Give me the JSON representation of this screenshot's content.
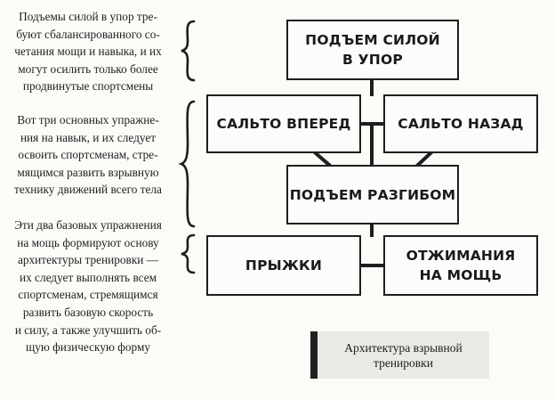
{
  "notes": [
    "Подъемы силой в упор тре-\nбуют сбалансированного со-\nчетания мощи и навыка, и их\nмогут осилить только более\nпродвинутые спортсмены",
    "Вот три основных упражне-\nния на навык, и их следует\nосвоить спортсменам, стре-\nмящимся развить взрывную\nтехнику движений всего тела",
    "Эти два базовых упражнения\nна мощь формируют основу\nархитектуры тренировки —\nих следует выполнять всем\nспортсменам, стремящимся\nразвить базовую скорость\nи силу, а также улучшить об-\nщую физическую форму"
  ],
  "boxes": {
    "muscle_up": "ПОДЪЕМ СИЛОЙ\nВ УПОР",
    "front_flip": "САЛЬТО ВПЕРЕД",
    "back_flip": "САЛЬТО НАЗАД",
    "kip_up": "ПОДЪЕМ РАЗГИБОМ",
    "jumps": "ПРЫЖКИ",
    "power_pushups": "ОТЖИМАНИЯ\nНА МОЩЬ"
  },
  "caption": "Архитектура взрывной\nтренировки",
  "colors": {
    "stroke": "#1e1e1e",
    "caption_bg": "#e9e9e6",
    "page_bg": "#fbfbf8"
  }
}
